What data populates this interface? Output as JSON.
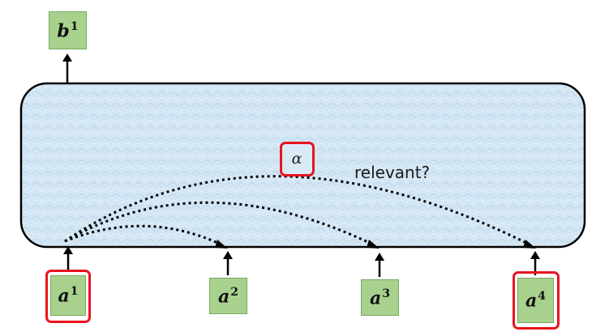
{
  "diagram": {
    "output_node": {
      "base": "b",
      "sup": "1"
    },
    "input_nodes": [
      {
        "base": "a",
        "sup": "1",
        "highlighted": true
      },
      {
        "base": "a",
        "sup": "2",
        "highlighted": false
      },
      {
        "base": "a",
        "sup": "3",
        "highlighted": false
      },
      {
        "base": "a",
        "sup": "4",
        "highlighted": true
      }
    ],
    "attention_symbol": "α",
    "relevance_question": "relevant?",
    "colors": {
      "node_fill": "#a9d18e",
      "highlight": "#e8141e",
      "block_fill": "#cfe3f2",
      "stroke": "#000000"
    }
  }
}
